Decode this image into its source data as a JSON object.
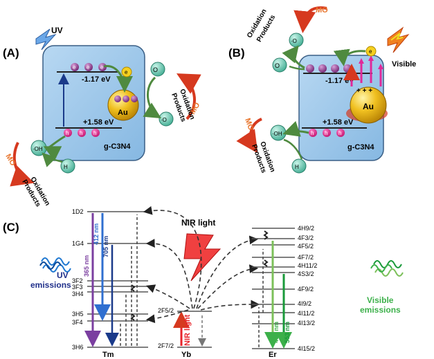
{
  "panel_a": {
    "label": "(A)",
    "light": "UV",
    "cb_potential": "-1.17 eV",
    "vb_potential": "+1.58 eV",
    "material": "g-C3N4",
    "metal": "Au",
    "electron": "e",
    "hole": "h",
    "o2": "O",
    "superoxide": "·O",
    "hydroxyl": "·OH",
    "water": "H",
    "dye": "MO",
    "products_line1": "Oxidation",
    "products_line2": "Products"
  },
  "panel_b": {
    "label": "(B)",
    "light": "Visible",
    "cb_potential": "-1.17 eV",
    "vb_potential": "+1.58 eV",
    "material": "g-C3N4",
    "metal": "Au",
    "plus": "+ + +",
    "electron": "e",
    "hole": "h",
    "o2": "O",
    "superoxide": "·O",
    "hydroxyl": "·OH",
    "water": "H",
    "dye": "MO",
    "products_line1": "Oxidation",
    "products_line2": "Products"
  },
  "panel_c": {
    "label": "(C)",
    "nir": "NIR light",
    "nir_vertical": "NIR light",
    "uv_emissions_1": "UV",
    "uv_emissions_2": "emissions",
    "vis_emissions_1": "Visible",
    "vis_emissions_2": "emissions",
    "tm": "Tm",
    "yb": "Yb",
    "er": "Er",
    "tm_transitions": [
      "365 nm",
      "412 nm",
      "705 nm"
    ],
    "er_transitions": [
      "483 nm",
      "553 nm"
    ],
    "tm_levels": [
      "1D2",
      "1G4",
      "3F2",
      "3F3",
      "3H4",
      "3H5",
      "3F4",
      "3H6"
    ],
    "yb_levels": [
      "2F5/2",
      "2F7/2"
    ],
    "er_levels": [
      "4H9/2",
      "4F3/2",
      "4F5/2",
      "4F7/2",
      "4H11/2",
      "4S3/2",
      "4F9/2",
      "4I9/2",
      "4I11/2",
      "4I13/2",
      "4I15/2"
    ],
    "colors": {
      "purple": "#7b3fa0",
      "blue": "#2f6fd0",
      "green": "#3cb04a",
      "red": "#e8242b"
    }
  }
}
